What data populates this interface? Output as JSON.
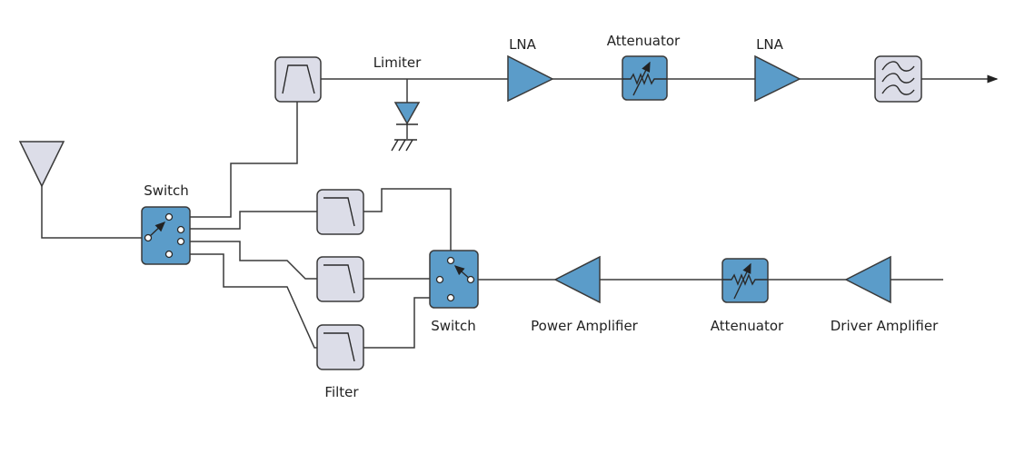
{
  "diagram": {
    "title": "RF Front-End Block Diagram",
    "colors": {
      "active_block": "#5b9cc9",
      "passive_block": "#dcdde8",
      "wire": "#3a3a3a"
    },
    "receive_chain": {
      "labels": {
        "limiter": "Limiter",
        "lna1": "LNA",
        "attenuator": "Attenuator",
        "lna2": "LNA"
      }
    },
    "transmit_chain": {
      "labels": {
        "power_amplifier": "Power Amplifier",
        "attenuator": "Attenuator",
        "driver_amplifier": "Driver Amplifier"
      }
    },
    "switching": {
      "labels": {
        "antenna_switch": "Switch",
        "filter_switch": "Switch",
        "filter_bank": "Filter"
      }
    }
  }
}
